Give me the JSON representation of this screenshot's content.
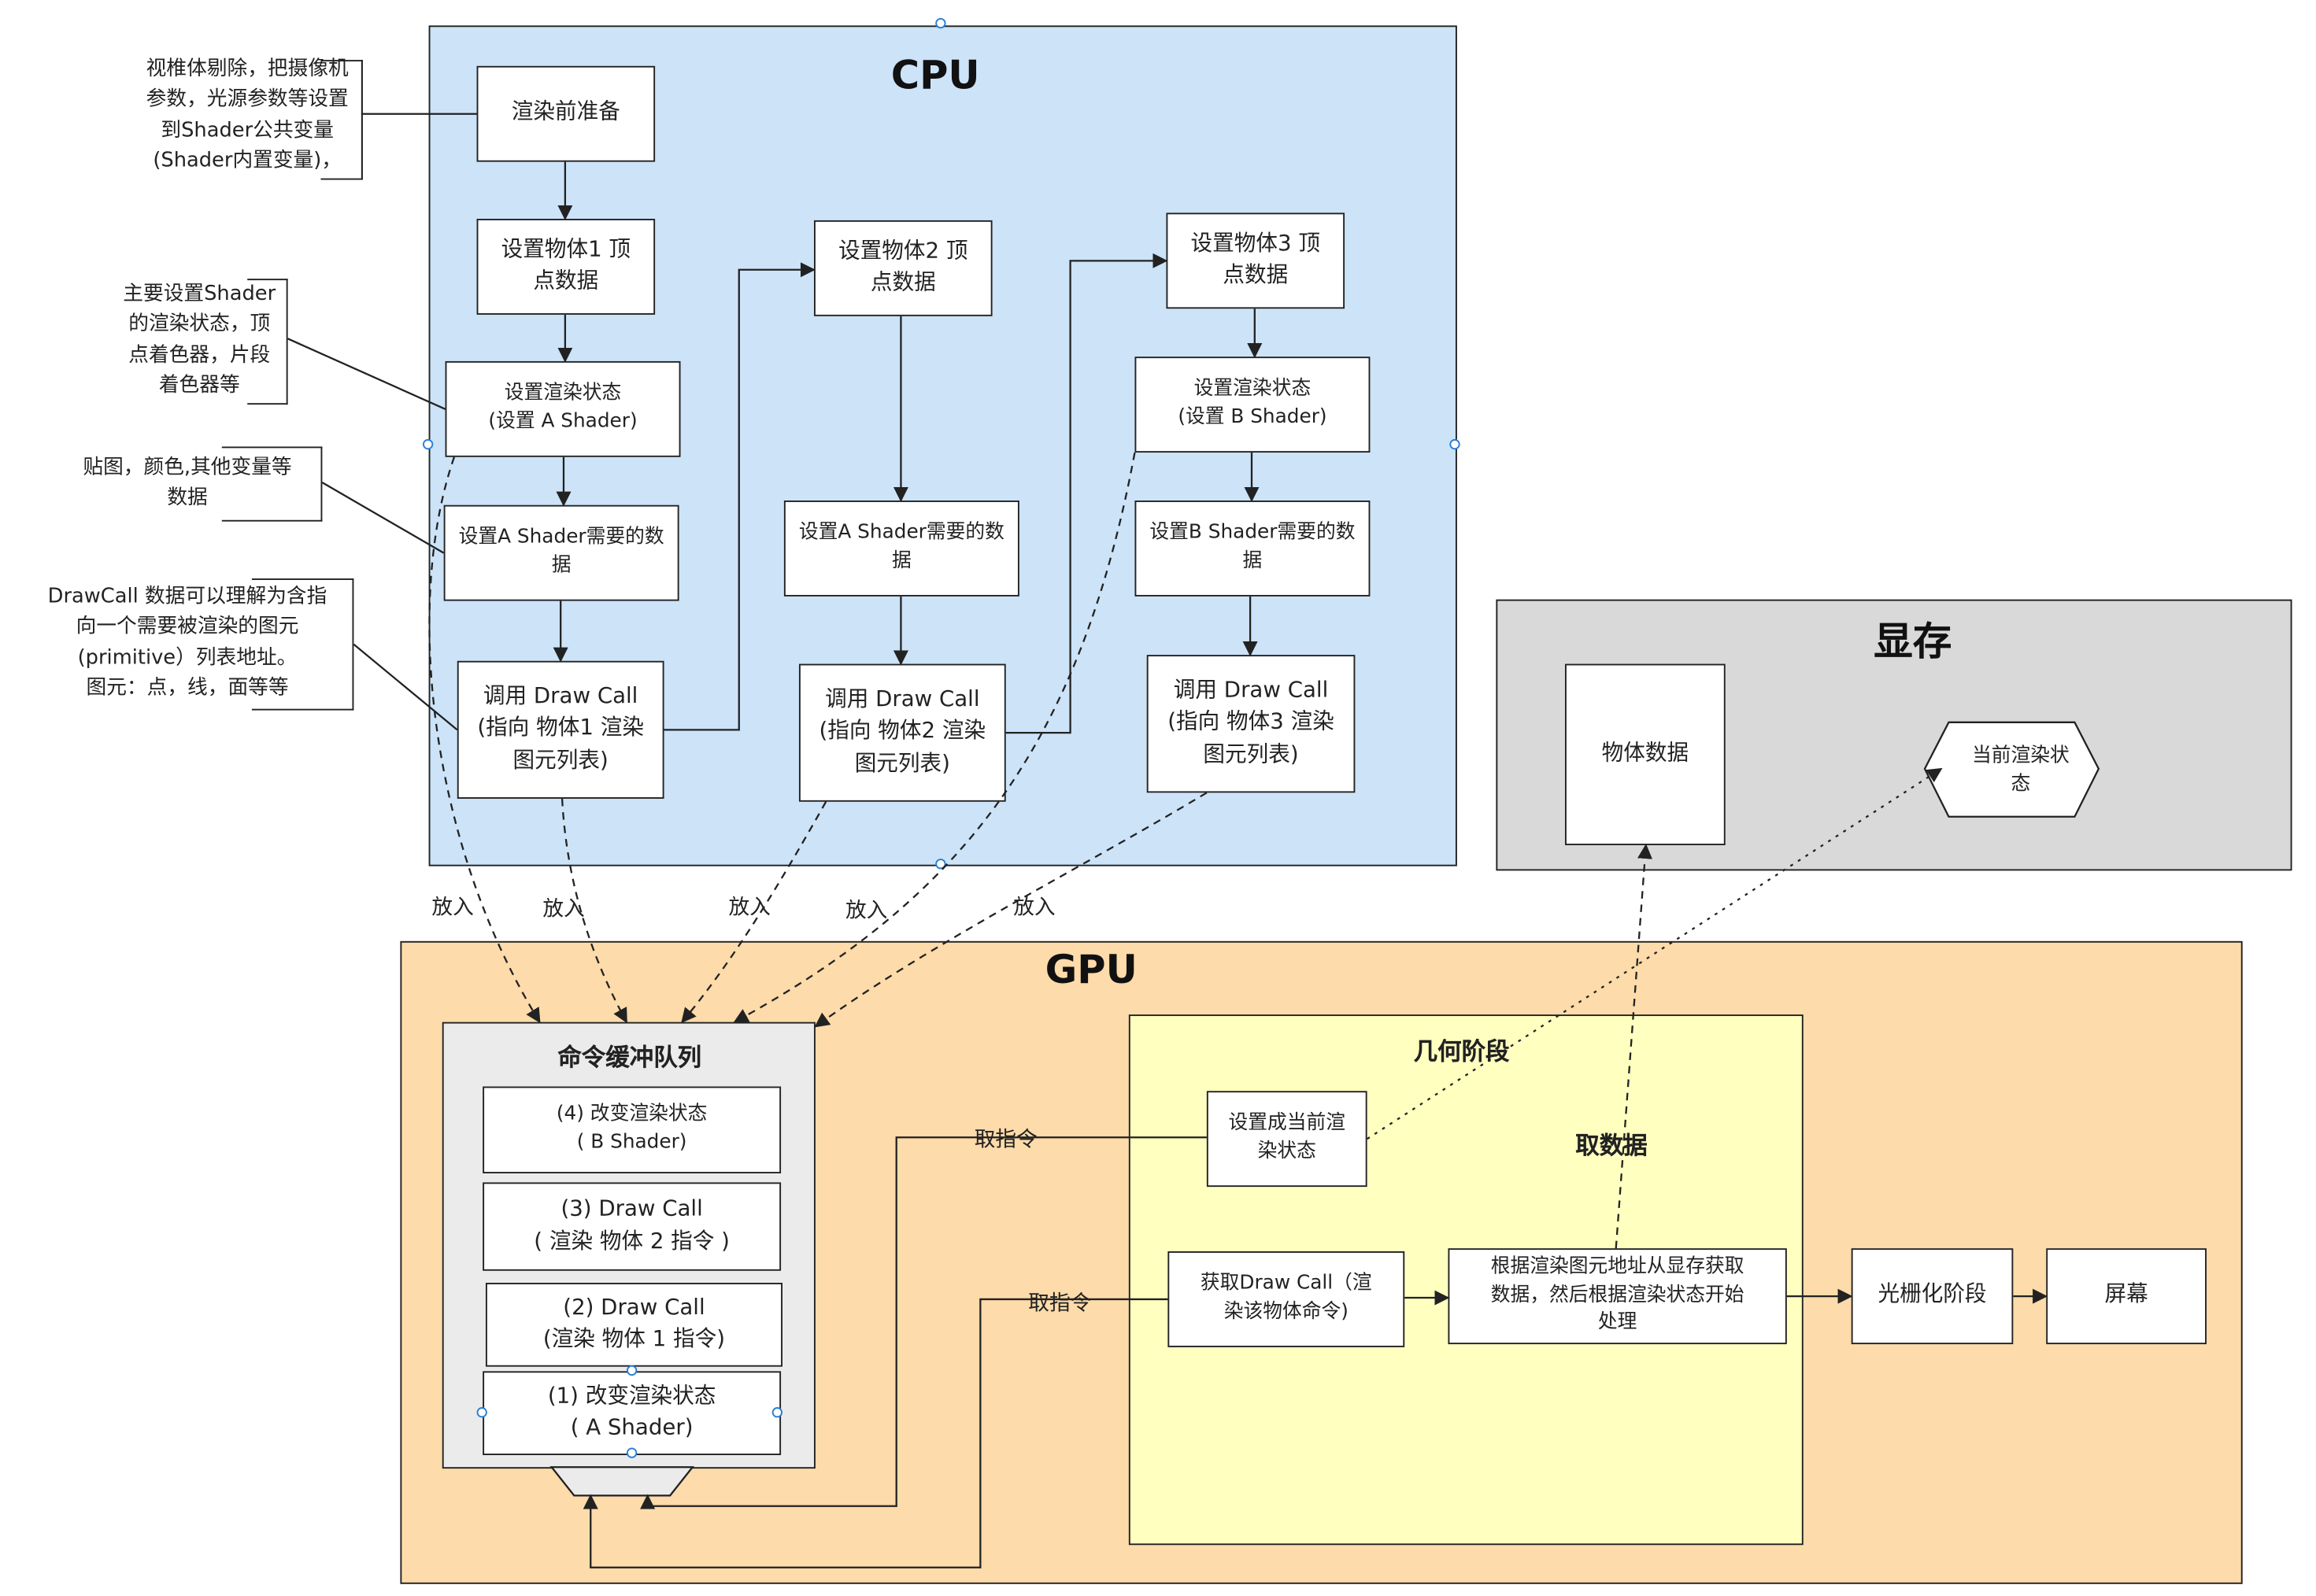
{
  "colors": {
    "cpu_bg": "#cce3f8",
    "gpu_bg": "#fddbaa",
    "vram_bg": "#d9d9d9",
    "geometry_bg": "#ffffc0",
    "queue_bg": "#ebebeb",
    "line": "#222222",
    "handle": "#2a7fd4"
  },
  "cpu": {
    "title": "CPU",
    "pre_render": "渲染前准备",
    "object1": {
      "vertex": "设置物体1 顶\n点数据",
      "render_state": "设置渲染状态\n(设置 A Shader)",
      "shader_data": "设置A Shader需要的数\n据",
      "draw_call": "调用 Draw Call\n(指向 物体1 渲染\n图元列表)"
    },
    "object2": {
      "vertex": "设置物体2 顶\n点数据",
      "shader_data": "设置A Shader需要的数\n据",
      "draw_call": "调用 Draw Call\n(指向 物体2 渲染\n图元列表)"
    },
    "object3": {
      "vertex": "设置物体3 顶\n点数据",
      "render_state": "设置渲染状态\n(设置 B Shader)",
      "shader_data": "设置B Shader需要的数\n据",
      "draw_call": "调用 Draw Call\n(指向 物体3 渲染\n图元列表)"
    }
  },
  "notes": {
    "pre_render": "视椎体剔除，把摄像机\n参数，光源参数等设置\n到Shader公共变量\n(Shader内置变量)，",
    "render_state": "主要设置Shader\n的渲染状态，顶\n点着色器，片段\n着色器等",
    "shader_data": "贴图，颜色,其他变量等\n数据",
    "draw_call": "DrawCall 数据可以理解为含指\n向一个需要被渲染的图元\n(primitive）列表地址。\n图元：点，线，面等等"
  },
  "put_labels": [
    "放入",
    "放入",
    "放入",
    "放入",
    "放入"
  ],
  "vram": {
    "title": "显存",
    "object_data": "物体数据",
    "current_state": "当前渲染状\n态"
  },
  "gpu": {
    "title": "GPU",
    "queue": {
      "title": "命令缓冲队列",
      "items": [
        "(4) 改变渲染状态\n( B Shader)",
        "(3) Draw Call\n( 渲染 物体 2 指令 )",
        "(2) Draw Call\n(渲染 物体 1 指令)",
        "(1) 改变渲染状态\n( A Shader)"
      ]
    },
    "fetch_cmd_labels": [
      "取指令",
      "取指令"
    ],
    "geometry": {
      "title": "几何阶段",
      "fetch_data_label": "取数据",
      "set_state": "设置成当前渲\n染状态",
      "get_draw_call": "获取Draw Call（渲\n染该物体命令)",
      "process": "根据渲染图元地址从显存获取\n数据，然后根据渲染状态开始\n处理"
    },
    "rasterization": "光栅化阶段",
    "screen": "屏幕"
  }
}
